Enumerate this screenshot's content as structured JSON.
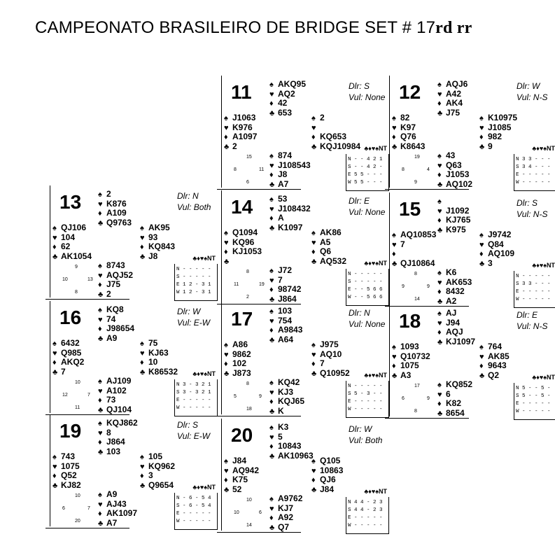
{
  "title": {
    "main": "CAMPEONATO BRASILEIRO DE BRIDGE SET # 17",
    "suffix": "rd rr"
  },
  "suits": {
    "spade": "♠",
    "heart": "♥",
    "diamond": "♦",
    "club": "♣"
  },
  "boards": [
    {
      "number": "11",
      "dealer": "Dlr: S",
      "vul": "Vul: None",
      "north": [
        "AKQ95",
        "AQ2",
        "42",
        "653"
      ],
      "west": [
        "J1063",
        "K976",
        "A1097",
        "2"
      ],
      "east": [
        "2",
        "",
        "KQ653",
        "KQJ10984"
      ],
      "south": [
        "874",
        "J108543",
        "J8",
        "A7"
      ],
      "hcp": [
        "15",
        "8",
        "11",
        "6"
      ],
      "table": [
        "N - - 4 2 1",
        "S - - 4 2 -",
        "E 5 5 - - -",
        "W 5 5 - - -"
      ]
    },
    {
      "number": "12",
      "dealer": "Dlr: W",
      "vul": "Vul: N-S",
      "north": [
        "AQJ6",
        "A42",
        "AK4",
        "J75"
      ],
      "west": [
        "82",
        "K97",
        "Q76",
        "K8643"
      ],
      "east": [
        "K10975",
        "J1085",
        "982",
        "9"
      ],
      "south": [
        "43",
        "Q63",
        "J1053",
        "AQ102"
      ],
      "hcp": [
        "19",
        "8",
        "4",
        "9"
      ],
      "table": [
        "N 3 3 - - -",
        "S 3 4 - - -",
        "E - - - - -",
        "W - - - - -"
      ]
    },
    {
      "number": "13",
      "dealer": "Dlr: N",
      "vul": "Vul: Both",
      "north": [
        "2",
        "K876",
        "A109",
        "Q9763"
      ],
      "west": [
        "QJ106",
        "104",
        "62",
        "AK1054"
      ],
      "east": [
        "AK95",
        "93",
        "KQ843",
        "J8"
      ],
      "south": [
        "8743",
        "AQJ52",
        "J75",
        "2"
      ],
      "hcp": [
        "9",
        "10",
        "13",
        "8"
      ],
      "table": [
        "N - - - - -",
        "S - - - - -",
        "E 1 2 - 3 1",
        "W 1 2 - 3 1"
      ]
    },
    {
      "number": "14",
      "dealer": "Dlr: E",
      "vul": "Vul: None",
      "north": [
        "53",
        "J108432",
        "A",
        "K1097"
      ],
      "west": [
        "Q1094",
        "KQ96",
        "KJ1053",
        ""
      ],
      "east": [
        "AK86",
        "A5",
        "Q6",
        "AQ532"
      ],
      "south": [
        "J72",
        "7",
        "98742",
        "J864"
      ],
      "hcp": [
        "8",
        "11",
        "19",
        "2"
      ],
      "table": [
        "N - - - - -",
        "S - - - - -",
        "E - - 5 6 6",
        "W - - 5 6 6"
      ]
    },
    {
      "number": "15",
      "dealer": "Dlr: S",
      "vul": "Vul: N-S",
      "north": [
        "",
        "J1092",
        "KJ765",
        "K975"
      ],
      "west": [
        "AQ10853",
        "7",
        "",
        "QJ10864"
      ],
      "east": [
        "J9742",
        "Q84",
        "AQ109",
        "3"
      ],
      "south": [
        "K6",
        "AK653",
        "8432",
        "A2"
      ],
      "hcp": [
        "8",
        "9",
        "9",
        "14"
      ],
      "table": [
        "N - - - - -",
        "S 3 3 - - -",
        "E - - - - -",
        "W - - - - -"
      ]
    },
    {
      "number": "16",
      "dealer": "Dlr: W",
      "vul": "Vul: E-W",
      "north": [
        "KQ8",
        "74",
        "J98654",
        "A9"
      ],
      "west": [
        "6432",
        "Q985",
        "AKQ2",
        "7"
      ],
      "east": [
        "75",
        "KJ63",
        "10",
        "K86532"
      ],
      "south": [
        "AJ109",
        "A102",
        "73",
        "QJ104"
      ],
      "hcp": [
        "10",
        "12",
        "7",
        "11"
      ],
      "table": [
        "N 3 - 3 2 1",
        "S 3 - 3 2 1",
        "E - - - - -",
        "W - - - - -"
      ]
    },
    {
      "number": "17",
      "dealer": "Dlr: N",
      "vul": "Vul: None",
      "north": [
        "103",
        "754",
        "A9843",
        "A64"
      ],
      "west": [
        "A86",
        "9862",
        "102",
        "J873"
      ],
      "east": [
        "J975",
        "AQ10",
        "7",
        "Q10952"
      ],
      "south": [
        "KQ42",
        "KJ3",
        "KQJ65",
        "K"
      ],
      "hcp": [
        "8",
        "5",
        "9",
        "18"
      ],
      "table": [
        "N - - - - -",
        "S 5 - 3 - -",
        "E - - - - -",
        "W - - - - -"
      ]
    },
    {
      "number": "18",
      "dealer": "Dlr: E",
      "vul": "Vul: N-S",
      "north": [
        "AJ",
        "J94",
        "AQJ",
        "KJ1097"
      ],
      "west": [
        "1093",
        "Q10732",
        "1075",
        "A3"
      ],
      "east": [
        "764",
        "AK85",
        "9643",
        "Q2"
      ],
      "south": [
        "KQ852",
        "6",
        "K82",
        "8654"
      ],
      "hcp": [
        "17",
        "6",
        "9",
        "8"
      ],
      "table": [
        "N 5 - - 5 -",
        "S 5 - - 5 -",
        "E - - - - -",
        "W - - - - -"
      ]
    },
    {
      "number": "19",
      "dealer": "Dlr: S",
      "vul": "Vul: E-W",
      "north": [
        "KQJ862",
        "8",
        "J864",
        "103"
      ],
      "west": [
        "743",
        "1075",
        "Q52",
        "KJ82"
      ],
      "east": [
        "105",
        "KQ962",
        "3",
        "Q9654"
      ],
      "south": [
        "A9",
        "AJ43",
        "AK1097",
        "A7"
      ],
      "hcp": [
        "10",
        "6",
        "7",
        "20"
      ],
      "table": [
        "N - 6 - 5 4",
        "S - 6 - 5 4",
        "E - - - - -",
        "W - - - - -"
      ]
    },
    {
      "number": "20",
      "dealer": "Dlr: W",
      "vul": "Vul: Both",
      "north": [
        "K3",
        "5",
        "10843",
        "AK10963"
      ],
      "west": [
        "J84",
        "AQ942",
        "K75",
        "52"
      ],
      "east": [
        "Q105",
        "10863",
        "QJ6",
        "J84"
      ],
      "south": [
        "A9762",
        "KJ7",
        "A92",
        "Q7"
      ],
      "hcp": [
        "10",
        "10",
        "6",
        "14"
      ],
      "table": [
        "N 4 4 - 2 3",
        "S 4 4 - 2 3",
        "E - - - - -",
        "W - - - - -"
      ]
    }
  ]
}
